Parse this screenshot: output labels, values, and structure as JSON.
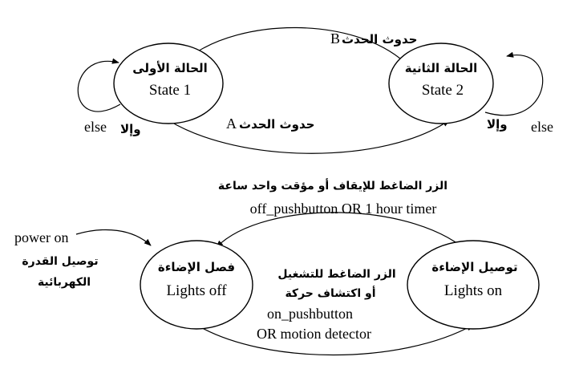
{
  "diagram_top": {
    "state1": {
      "label_ar": "الحالة الأولى",
      "label_en": "State 1"
    },
    "state2": {
      "label_ar": "الحالة الثانية",
      "label_en": "State 2"
    },
    "edge_b": {
      "ar": "حدوث الحدث",
      "en": "B"
    },
    "edge_a": {
      "ar": "حدوث الحدث",
      "en": "A"
    },
    "self1": {
      "en": "else",
      "ar": "وإلا"
    },
    "self2": {
      "ar": "وإلا",
      "en": "else"
    }
  },
  "diagram_bottom": {
    "off_state": {
      "label_ar": "فصل الإضاءة",
      "label_en": "Lights off"
    },
    "on_state": {
      "label_ar": "توصيل الإضاءة",
      "label_en": "Lights on"
    },
    "edge_off": {
      "ar": "الزر الضاغط للإيقاف أو مؤقت واحد ساعة",
      "en": "off_pushbutton OR 1 hour timer"
    },
    "edge_on": {
      "ar_line1": "الزر الضاغط للتشغيل",
      "ar_line2": "أو اكتشاف حركة",
      "en_line1": "on_pushbutton",
      "en_line2": "OR motion detector"
    },
    "power": {
      "en": "power on",
      "ar_line1": "توصيل القدرة",
      "ar_line2": "الكهربائية"
    }
  }
}
